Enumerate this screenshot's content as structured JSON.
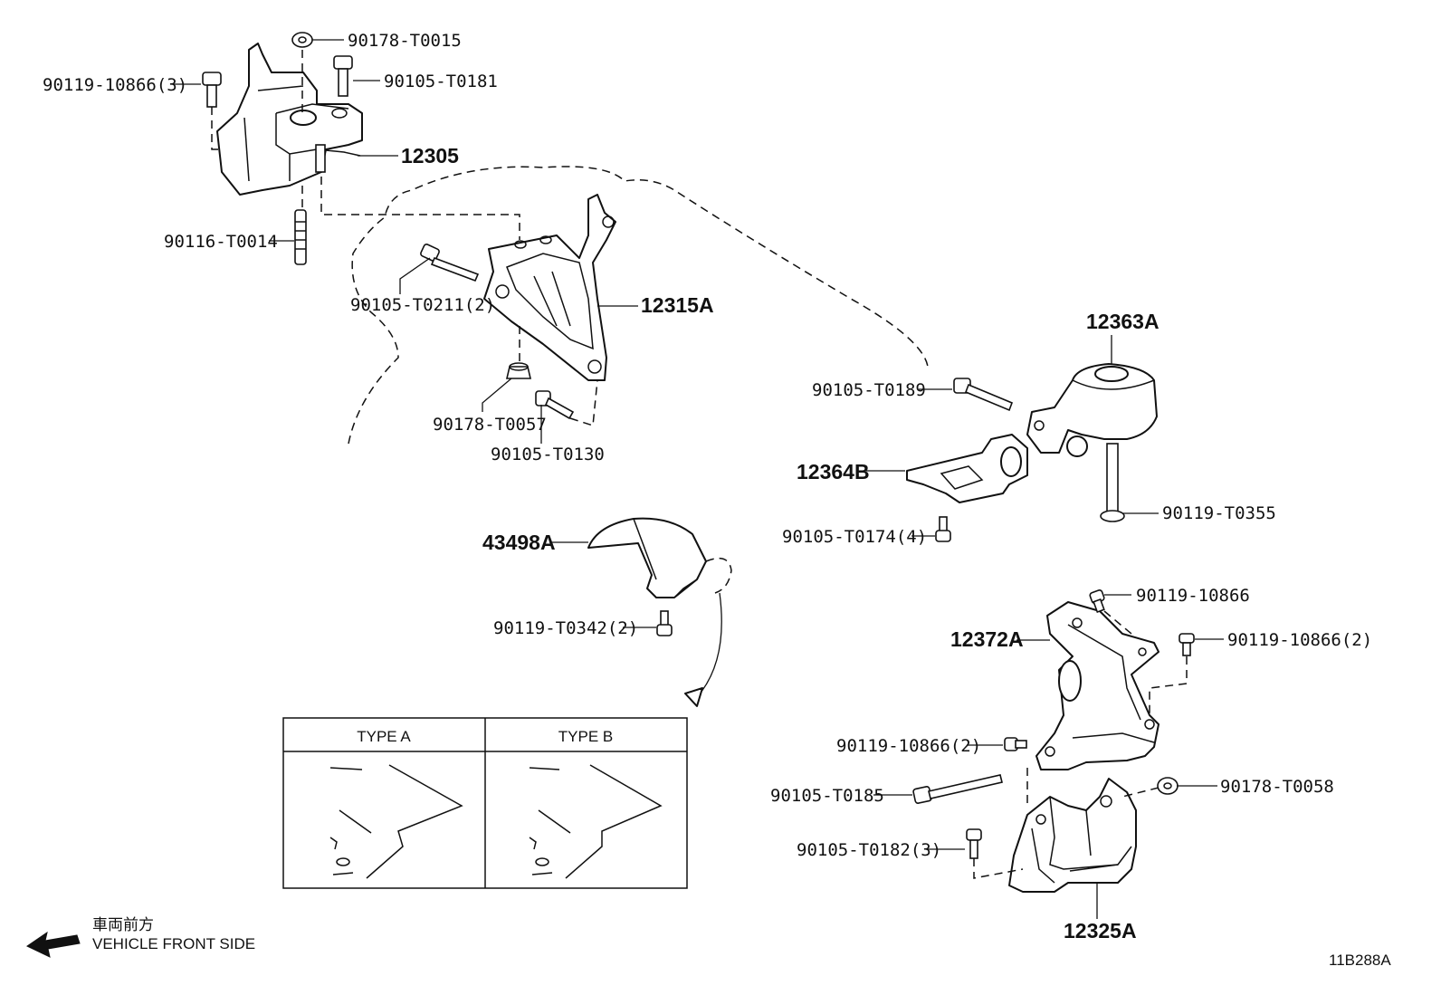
{
  "parts": {
    "p90178_T0015": "90178-T0015",
    "p90119_10866_3": "90119-10866(3)",
    "p90105_T0181": "90105-T0181",
    "p12305": "12305",
    "p90116_T0014": "90116-T0014",
    "p90105_T0211_2": "90105-T0211(2)",
    "p12315A": "12315A",
    "p90178_T0057": "90178-T0057",
    "p90105_T0130": "90105-T0130",
    "p12363A": "12363A",
    "p90105_T0189": "90105-T0189",
    "p12364B": "12364B",
    "p90119_T0355": "90119-T0355",
    "p90105_T0174_4": "90105-T0174(4)",
    "p43498A": "43498A",
    "p90119_T0342_2": "90119-T0342(2)",
    "p90119_10866": "90119-10866",
    "p12372A": "12372A",
    "p90119_10866_2a": "90119-10866(2)",
    "p90119_10866_2b": "90119-10866(2)",
    "p90105_T0185": "90105-T0185",
    "p90178_T0058": "90178-T0058",
    "p90105_T0182_3": "90105-T0182(3)",
    "p12325A": "12325A"
  },
  "types": {
    "type_a": "TYPE A",
    "type_b": "TYPE B"
  },
  "direction": {
    "jp": "車両前方",
    "en": "VEHICLE FRONT SIDE"
  },
  "figure_code": "11B288A"
}
